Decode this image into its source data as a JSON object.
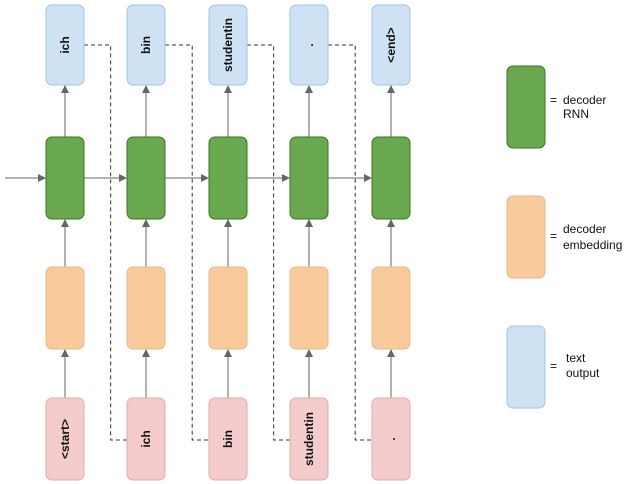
{
  "colors": {
    "rnn_fill": "#6aa84f",
    "rnn_stroke": "#38761d",
    "embedding_fill": "#f9cb9c",
    "embedding_stroke": "#e6b889",
    "output_fill": "#cfe2f3",
    "output_stroke": "#9fc5e8",
    "input_fill": "#f4cccc",
    "input_stroke": "#e6a8a8",
    "arrow": "#666666",
    "dashed": "#333333"
  },
  "inputs": [
    "<start>",
    "ich",
    "bin",
    "studentin",
    "."
  ],
  "outputs": [
    "ich",
    "bin",
    "studentin",
    ".",
    "<end>"
  ],
  "legend": {
    "rnn": {
      "eq": "=",
      "line1": "decoder",
      "line2": "RNN"
    },
    "embedding": {
      "eq": "=",
      "line1": "decoder",
      "line2": "embedding"
    },
    "output": {
      "eq": "=",
      "line1": "text",
      "line2": "output"
    }
  }
}
